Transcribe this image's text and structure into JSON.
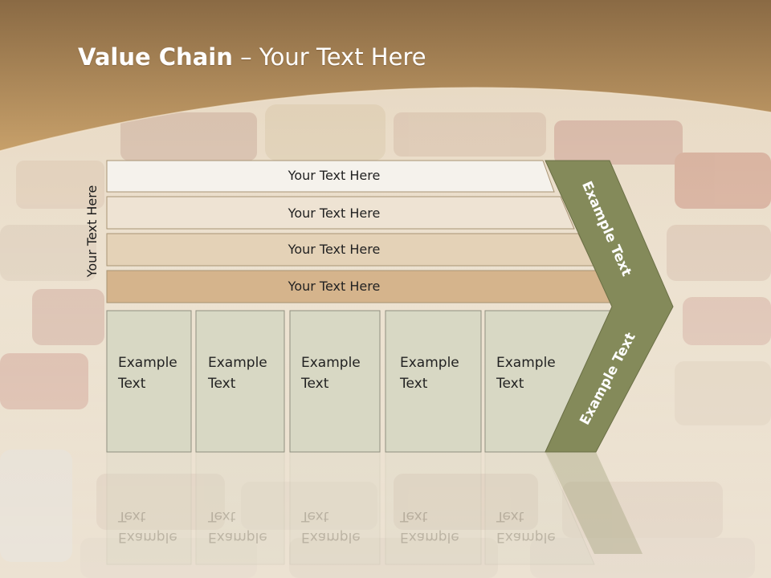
{
  "title": {
    "bold": "Value Chain",
    "rest": " – Your Text Here"
  },
  "side_label": "Your Text Here",
  "bands": [
    "Your Text Here",
    "Your Text Here",
    "Your Text Here",
    "Your Text Here"
  ],
  "cells": [
    {
      "line1": "Example",
      "line2": "Text"
    },
    {
      "line1": "Example",
      "line2": "Text"
    },
    {
      "line1": "Example",
      "line2": "Text"
    },
    {
      "line1": "Example",
      "line2": "Text"
    },
    {
      "line1": "Example",
      "line2": "Text"
    }
  ],
  "chevron": {
    "upper": "Example Text",
    "lower": "Example Text"
  },
  "colors": {
    "header_band": "#b08858",
    "band_1": "#f5f2ec",
    "band_2": "#eee3d3",
    "band_3": "#e4d2b7",
    "band_4": "#d5b48c",
    "cell_fill": "#d8d8c4",
    "chevron": "#848a5a"
  }
}
